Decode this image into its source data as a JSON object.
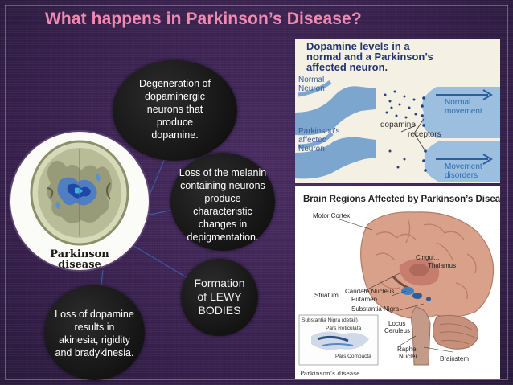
{
  "slide": {
    "title": "What happens in Parkinson’s Disease?",
    "brain_scan": {
      "caption_line1": "Parkinson",
      "caption_line2": "disease"
    },
    "bubbles": {
      "degeneration": [
        "Degeneration of",
        "dopaminergic",
        "neurons that",
        "produce",
        "dopamine."
      ],
      "melanin": [
        "Loss of the melanin",
        "containing neurons",
        "produce",
        "characteristic",
        "changes in",
        "depigmentation."
      ],
      "lewy": [
        "Formation",
        "of LEWY",
        "BODIES"
      ],
      "dopamine_loss": [
        "Loss of dopamine",
        "results in",
        "akinesia, rigidity",
        "and bradykinesia."
      ]
    },
    "dopamine_diagram": {
      "heading_line1": "Dopamine levels in a",
      "heading_line2": "normal and a Parkinson’s",
      "heading_line3": "affected neuron.",
      "normal_neuron_line1": "Normal",
      "normal_neuron_line2": "Neuron",
      "dopamine_label": "dopamine",
      "normal_movement_line1": "Normal",
      "normal_movement_line2": "movement",
      "parkinsons_neuron_line1": "Parkinson’s",
      "parkinsons_neuron_line2": "affected",
      "parkinsons_neuron_line3": "Neuron",
      "receptors_label": "receptors",
      "disorders_line1": "Movement",
      "disorders_line2": "disorders"
    },
    "brain_regions": {
      "title": "Brain Regions Affected by Parkinson’s Disease",
      "motor_cortex": "Motor Cortex",
      "cingulate": "Cingul...",
      "thalamus": "Thalamus",
      "striatum": "Striatum",
      "caudate": "Caudate Nucleus",
      "putamen": "Putamen",
      "substantia_nigra": "Substantia Nigra",
      "locus_line1": "Locus",
      "locus_line2": "Ceruleus",
      "raphe_line1": "Raphe",
      "raphe_line2": "Nuclei",
      "brainstem": "Brainstem",
      "inset_title": "Substantia Nigra (detail)",
      "pars_reticulata": "Pars Reticulata",
      "pars_compacta": "Pars Compacta",
      "footer": "Parkinson’s disease"
    }
  }
}
